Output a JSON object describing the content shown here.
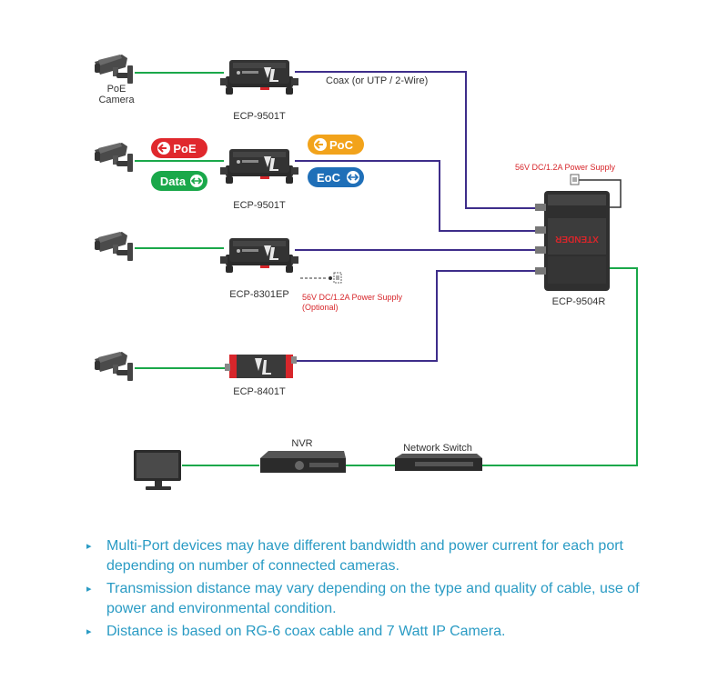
{
  "labels": {
    "poe_camera_line1": "PoE",
    "poe_camera_line2": "Camera",
    "device1": "ECP-9501T",
    "device2": "ECP-9501T",
    "device3": "ECP-8301EP",
    "device4": "ECP-8401T",
    "receiver": "ECP-9504R",
    "coax_label": "Coax (or UTP / 2-Wire)",
    "psu_main": "56V DC/1.2A Power Supply",
    "psu_opt_line1": "56V DC/1.2A Power Supply",
    "psu_opt_line2": "(Optional)",
    "nvr": "NVR",
    "switch": "Network Switch",
    "receiver_brand": "XTENDER"
  },
  "badges": {
    "poe": "PoE",
    "data": "Data",
    "poc": "PoC",
    "eoc": "EoC"
  },
  "colors": {
    "ethernet": "#1aa84a",
    "coax": "#3e2d8a",
    "badge_red": "#e0282d",
    "badge_green": "#1aa84a",
    "badge_orange": "#f2a31b",
    "badge_blue": "#1f6fb8",
    "note_text": "#2a9bc4"
  },
  "notes": [
    "Multi-Port devices may have different bandwidth and power current for each port depending on number of connected cameras.",
    "Transmission distance may vary depending on the type and quality of cable, use of power and environmental condition.",
    "Distance is based on RG-6 coax cable and 7 Watt IP Camera."
  ]
}
